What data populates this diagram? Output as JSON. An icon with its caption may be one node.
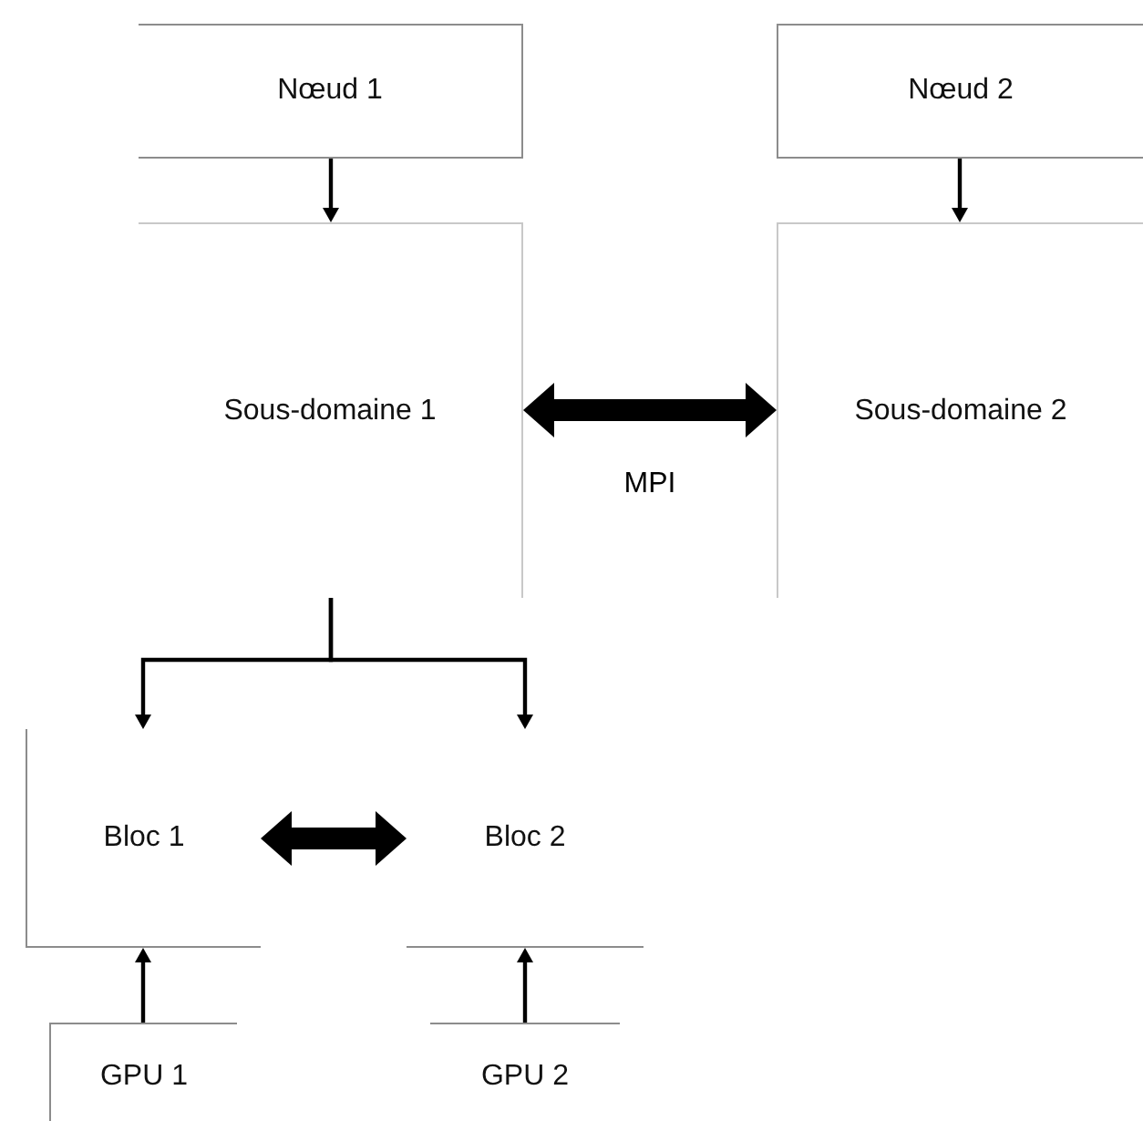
{
  "diagram": {
    "nodes": [
      {
        "text": [
          "Nœud 1"
        ]
      },
      {
        "text": [
          "Nœud 2"
        ]
      },
      {
        "text": [
          "Sous-domaine 1"
        ]
      },
      {
        "text": [
          "Sous-domaine 2"
        ]
      },
      {
        "text": [
          "Bloc 1"
        ]
      },
      {
        "text": [
          "Bloc 2"
        ]
      },
      {
        "text": [
          "GPU 1"
        ]
      },
      {
        "text": [
          "GPU 2"
        ]
      }
    ],
    "edges": [
      {
        "from": 0,
        "to": 2,
        "arrow": "to"
      },
      {
        "from": 1,
        "to": 3,
        "arrow": "to"
      },
      {
        "from": 2,
        "to": 3,
        "arrow": "both",
        "label": "MPI",
        "style": "thick"
      },
      {
        "from": 2,
        "to": 4,
        "arrow": "to"
      },
      {
        "from": 2,
        "to": 5,
        "arrow": "to"
      },
      {
        "from": 4,
        "to": 5,
        "arrow": "both",
        "style": "thick"
      },
      {
        "from": 6,
        "to": 4,
        "arrow": "to"
      },
      {
        "from": 7,
        "to": 5,
        "arrow": "to"
      }
    ]
  }
}
